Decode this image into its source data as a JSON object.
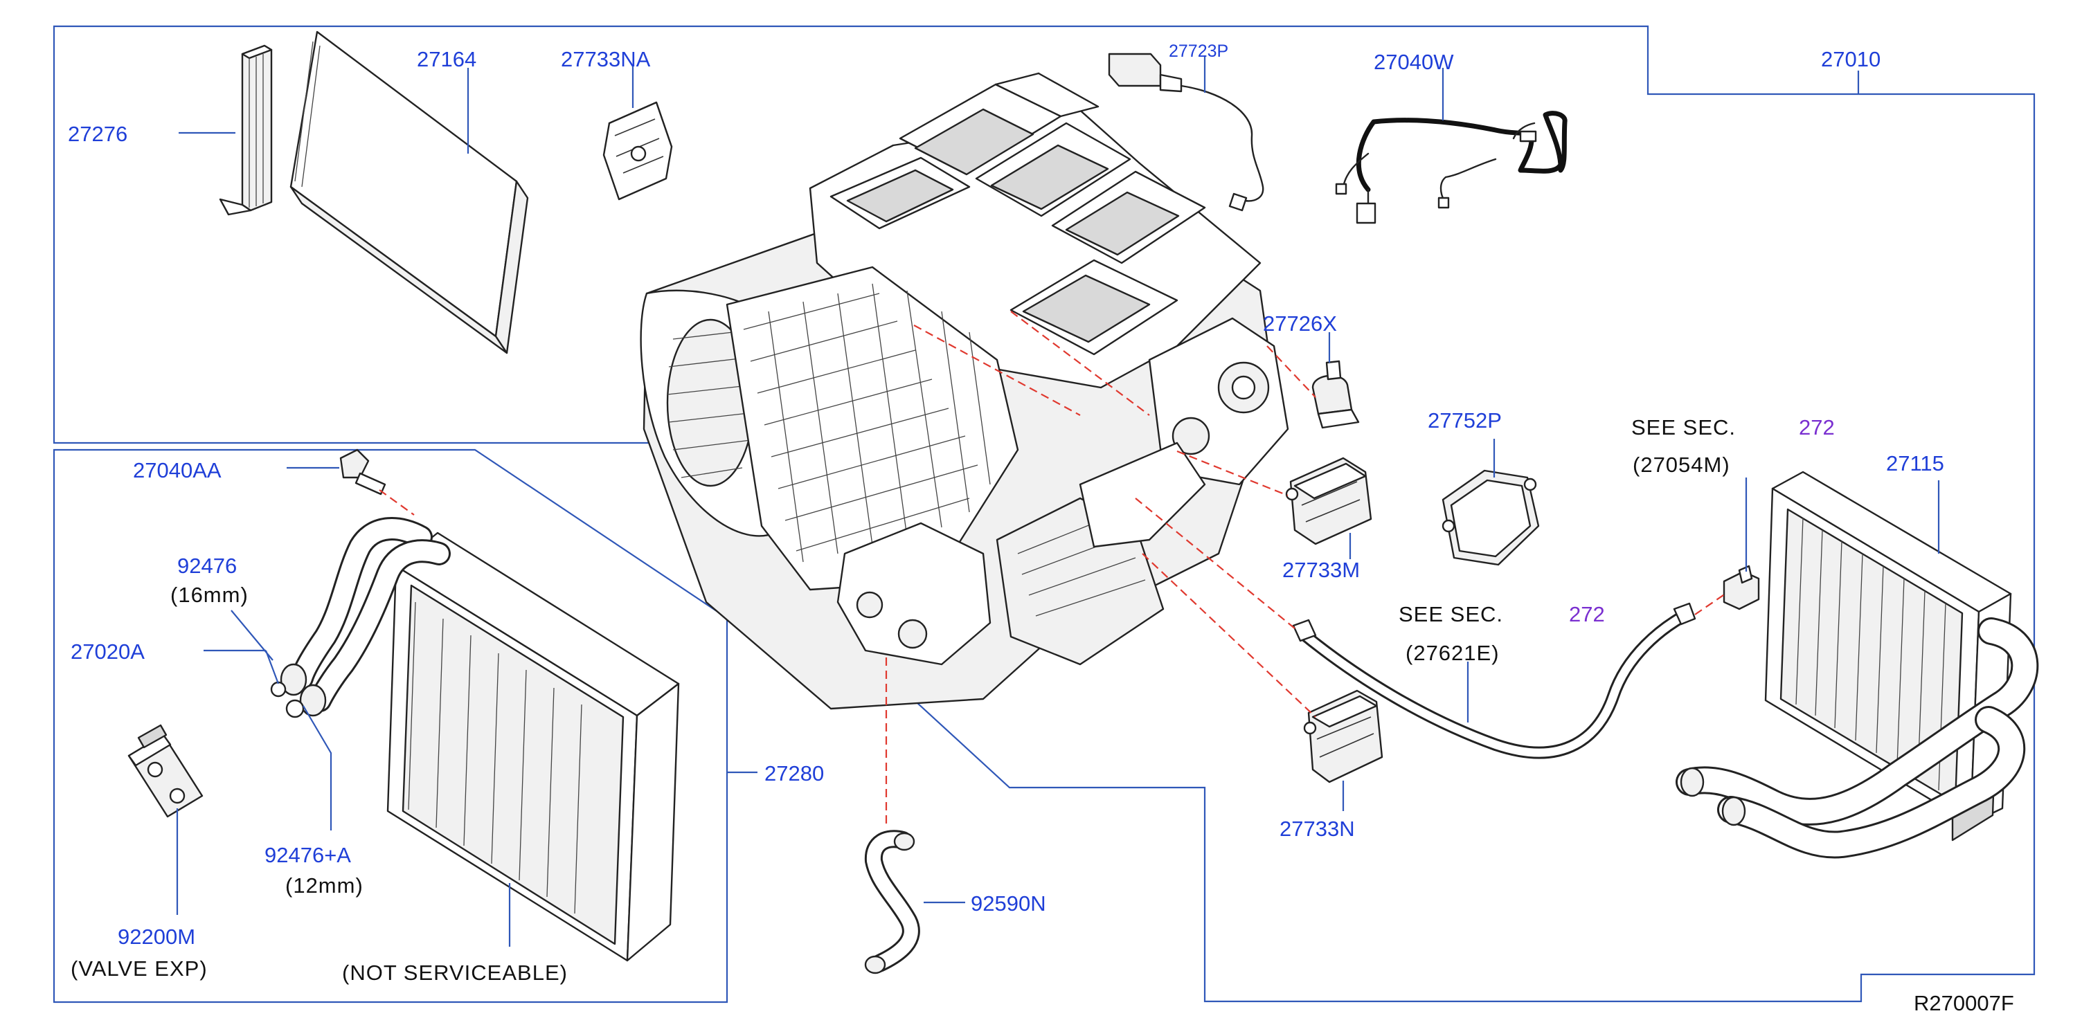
{
  "parts": {
    "p27276": "27276",
    "p27164": "27164",
    "p27733NA": "27733NA",
    "p27723P": "27723P",
    "p27040W": "27040W",
    "p27010": "27010",
    "p27726X": "27726X",
    "p27752P": "27752P",
    "p27733M": "27733M",
    "p27115": "27115",
    "p27040AA": "27040AA",
    "p92476": "92476",
    "p27020A": "27020A",
    "p92476A": "92476+A",
    "p92200M": "92200M",
    "p27280": "27280",
    "p92590N": "92590N",
    "p27733N": "27733N"
  },
  "notes": {
    "size16": "(16mm)",
    "size12": "(12mm)",
    "valve_exp": "(VALVE   EXP)",
    "not_serviceable": "(NOT   SERVICEABLE)",
    "see_sec_1": "SEE   SEC.",
    "sec_1": "272",
    "ref_1": "(27054M)",
    "see_sec_2": "SEE   SEC.",
    "sec_2": "272",
    "ref_2": "(27621E)"
  },
  "footer": {
    "drawing_id": "R270007F"
  },
  "colors": {
    "part_number": "#1f3fd8",
    "section_ref": "#7a2fd0",
    "frame_line": "#2f57b8",
    "dashed_leader": "#e0392f"
  }
}
